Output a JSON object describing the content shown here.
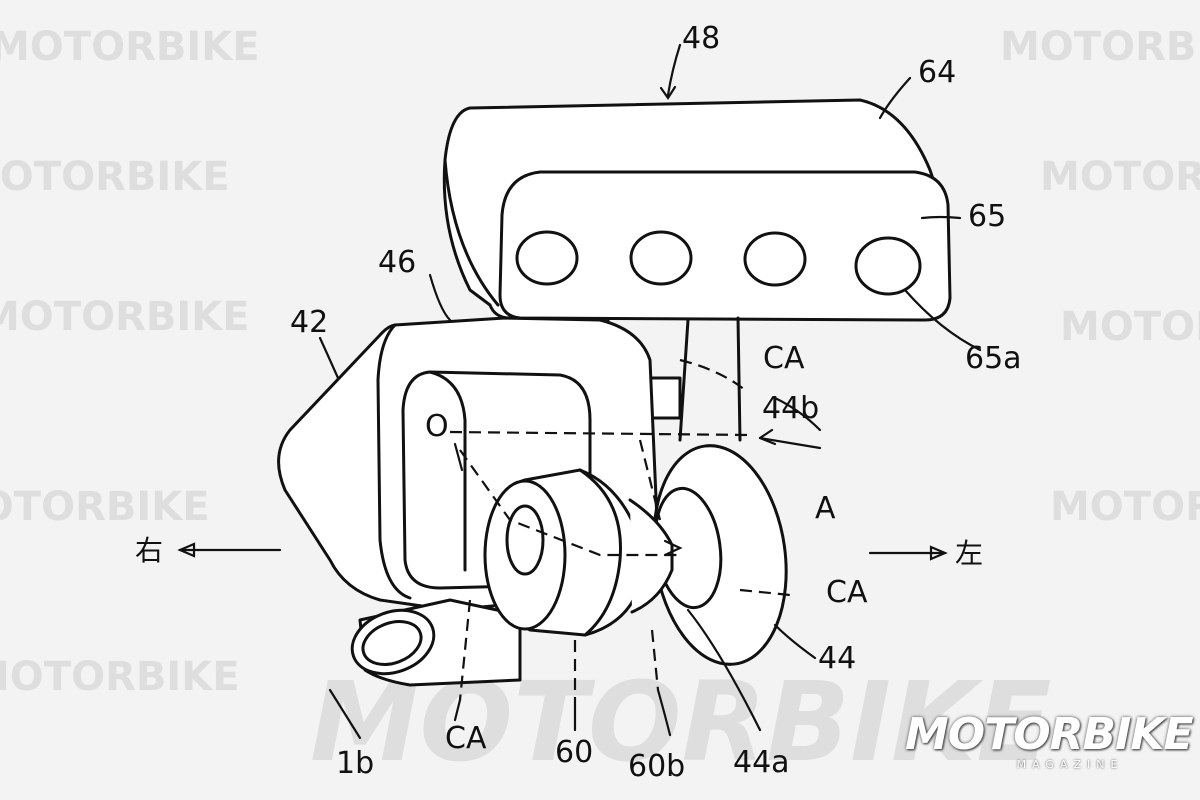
{
  "watermark": "MOTORBIKE",
  "logo": {
    "main": "MOTORBIKE",
    "sub": "MAGAZINE"
  },
  "labels": {
    "l48": "48",
    "l64": "64",
    "l65": "65",
    "l65a": "65a",
    "l46": "46",
    "l42": "42",
    "lCA1": "CA",
    "l44b": "44b",
    "lO": "O",
    "lA": "A",
    "lCA2": "CA",
    "l44": "44",
    "lCA3": "CA",
    "l1b": "1b",
    "l60": "60",
    "l60b": "60b",
    "l44a": "44a",
    "right": "右",
    "left": "左"
  },
  "colors": {
    "ink": "#111111",
    "paper": "#f3f3f3",
    "ghost": "#dedede"
  }
}
